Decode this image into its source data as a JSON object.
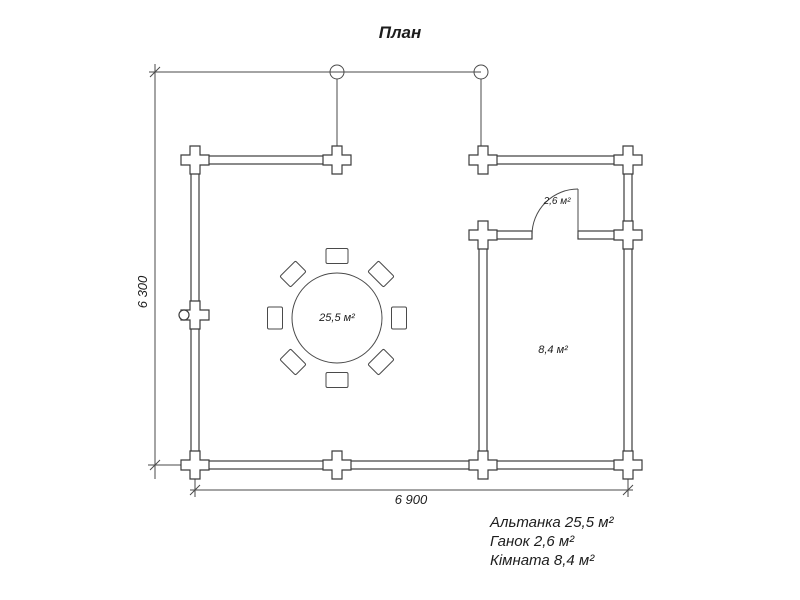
{
  "title": "План",
  "plan": {
    "gazebo_area_label": "25,5 м²",
    "porch_area_label": "2,6 м²",
    "room_area_label": "8,4 м²"
  },
  "dimensions": {
    "width": "6 900",
    "height": "6 300"
  },
  "legend": {
    "items": [
      "Альтанка 25,5 м²",
      "Ганок 2,6 м²",
      "Кімната 8,4 м²"
    ]
  },
  "colors": {
    "line": "#3c3c3c",
    "background": "#ffffff"
  }
}
